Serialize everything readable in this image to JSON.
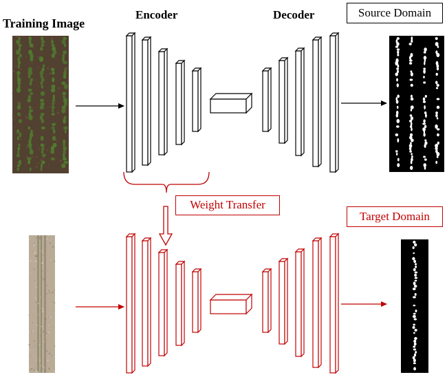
{
  "labels": {
    "training_image": "Training Image",
    "encoder": "Encoder",
    "decoder": "Decoder",
    "source_domain": "Source Domain",
    "target_domain": "Target Domain",
    "weight_transfer": "Weight Transfer"
  },
  "colors": {
    "source_stroke": "#000000",
    "target_stroke": "#c00000",
    "soil_dark": "#4a3a2c",
    "soil_light": "#b9ab96",
    "plant_green": "#4f7a2e",
    "mask_black": "#000000",
    "mask_white": "#ffffff"
  },
  "icons": [
    "right-arrow-icon",
    "down-arrow-icon",
    "bracket-icon"
  ]
}
